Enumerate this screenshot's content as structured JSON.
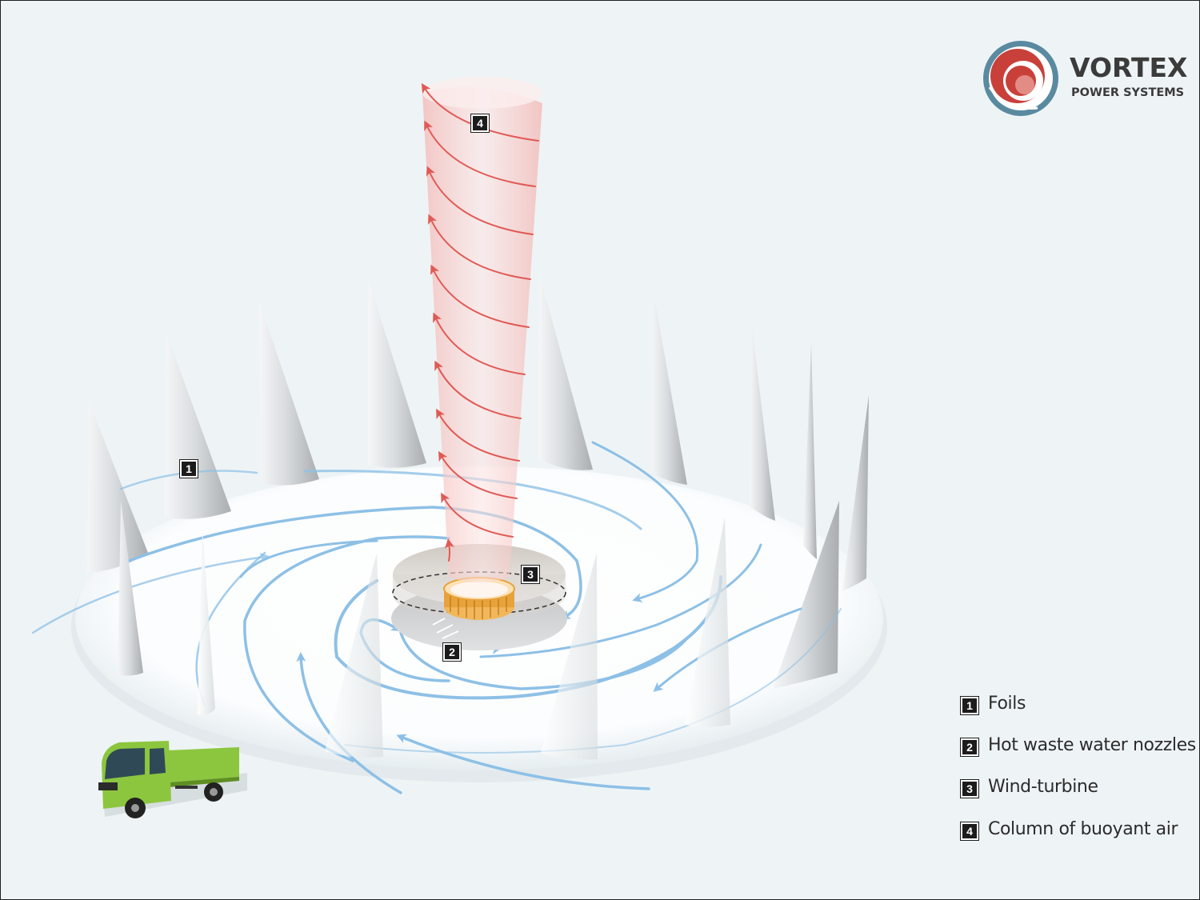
{
  "logo": {
    "title": "VORTEX",
    "subtitle": "POWER SYSTEMS",
    "colors": {
      "ring": "#5a8aa0",
      "core": "#c9403a"
    }
  },
  "markers": {
    "foils": "1",
    "nozzles": "2",
    "turbine": "3",
    "column": "4"
  },
  "legend": [
    {
      "number": "1",
      "label": "Foils"
    },
    {
      "number": "2",
      "label": "Hot waste water nozzles"
    },
    {
      "number": "3",
      "label": "Wind-turbine"
    },
    {
      "number": "4",
      "label": "Column of buoyant air"
    }
  ],
  "colors": {
    "airflow": "#8dc0e6",
    "buoyant_air": "#e05a55",
    "turbine_ring": "#e8a23a",
    "truck": "#8cc63f"
  }
}
